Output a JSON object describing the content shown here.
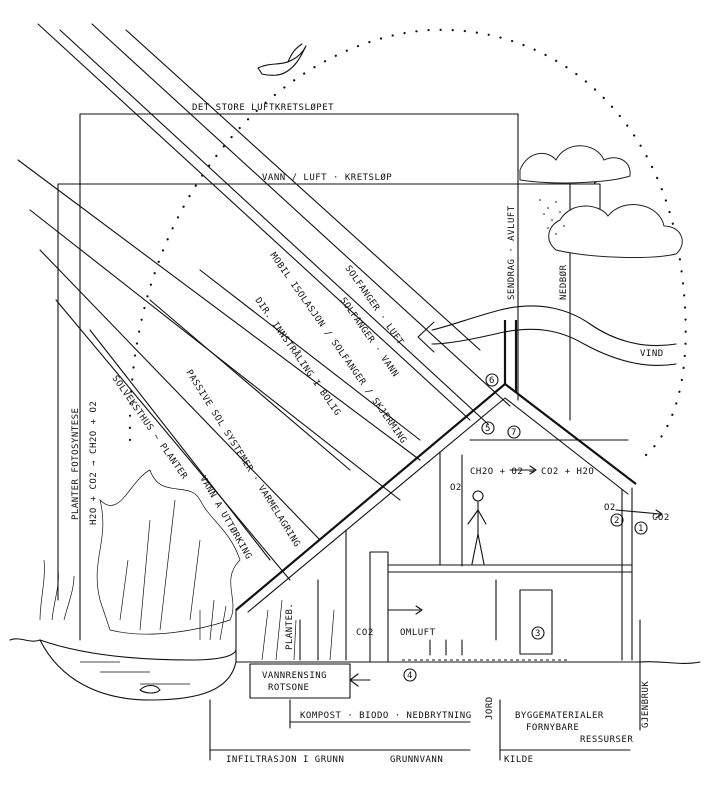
{
  "cycles": {
    "big_air_cycle": "DET STORE LUFTKRETSLØPET",
    "water_air_cycle": "VANN / LUFT · KRETSLØP"
  },
  "sun_rays": {
    "ray_solar_collector_air": "SOLFANGER · LUFT",
    "ray_solar_collector_water": "SOLFANGER · VANN",
    "ray_mobile_insulation": "MOBIL ISOLASJON / SOLFANGER / SKJERMING",
    "ray_direct_radiation": "DIR. INNSTRÅLING I BOLIG",
    "ray_passive_systems": "PASSIVE SOL SYSTEMER · VARMELAGRING",
    "ray_sun_plants": "SOLVEKSTHUS ~ PLANTER",
    "ray_water_evaporation": "VANN A UTTØRKING"
  },
  "photosynthesis": {
    "label": "PLANTER FOTOSYNTESE",
    "equation": "H2O + CO2 → CH2O + O2"
  },
  "weather": {
    "precipitation_evaporation": "SENDRAG · AVLUFT",
    "precipitation": "NEDBØR",
    "wind": "VIND"
  },
  "house": {
    "respiration_equation": "CH2O + O2 → CO2 + H2O",
    "o2_left": "O2",
    "o2_right": "O2",
    "co2_right": "CO2",
    "co2_interior": "CO2",
    "outflow_air": "OMLUFT",
    "water_purification_label": "VANNRENSING",
    "root_zone_label": "ROTSONE",
    "planting_bed_label": "PLANTEB."
  },
  "markers": [
    "1",
    "2",
    "3",
    "4",
    "5",
    "6",
    "7"
  ],
  "ground": {
    "compost_line": "KOMPOST · BIODO · NEDBRYTNING",
    "building_materials": "BYGGEMATERIALER",
    "renewable": "FORNYBARE",
    "resources": "RESSURSER",
    "soil": "JORD",
    "reuse": "GJENBRUK",
    "infiltration": "INFILTRASJON I GRUNN",
    "groundwater": "GRUNNVANN",
    "source": "KILDE"
  }
}
